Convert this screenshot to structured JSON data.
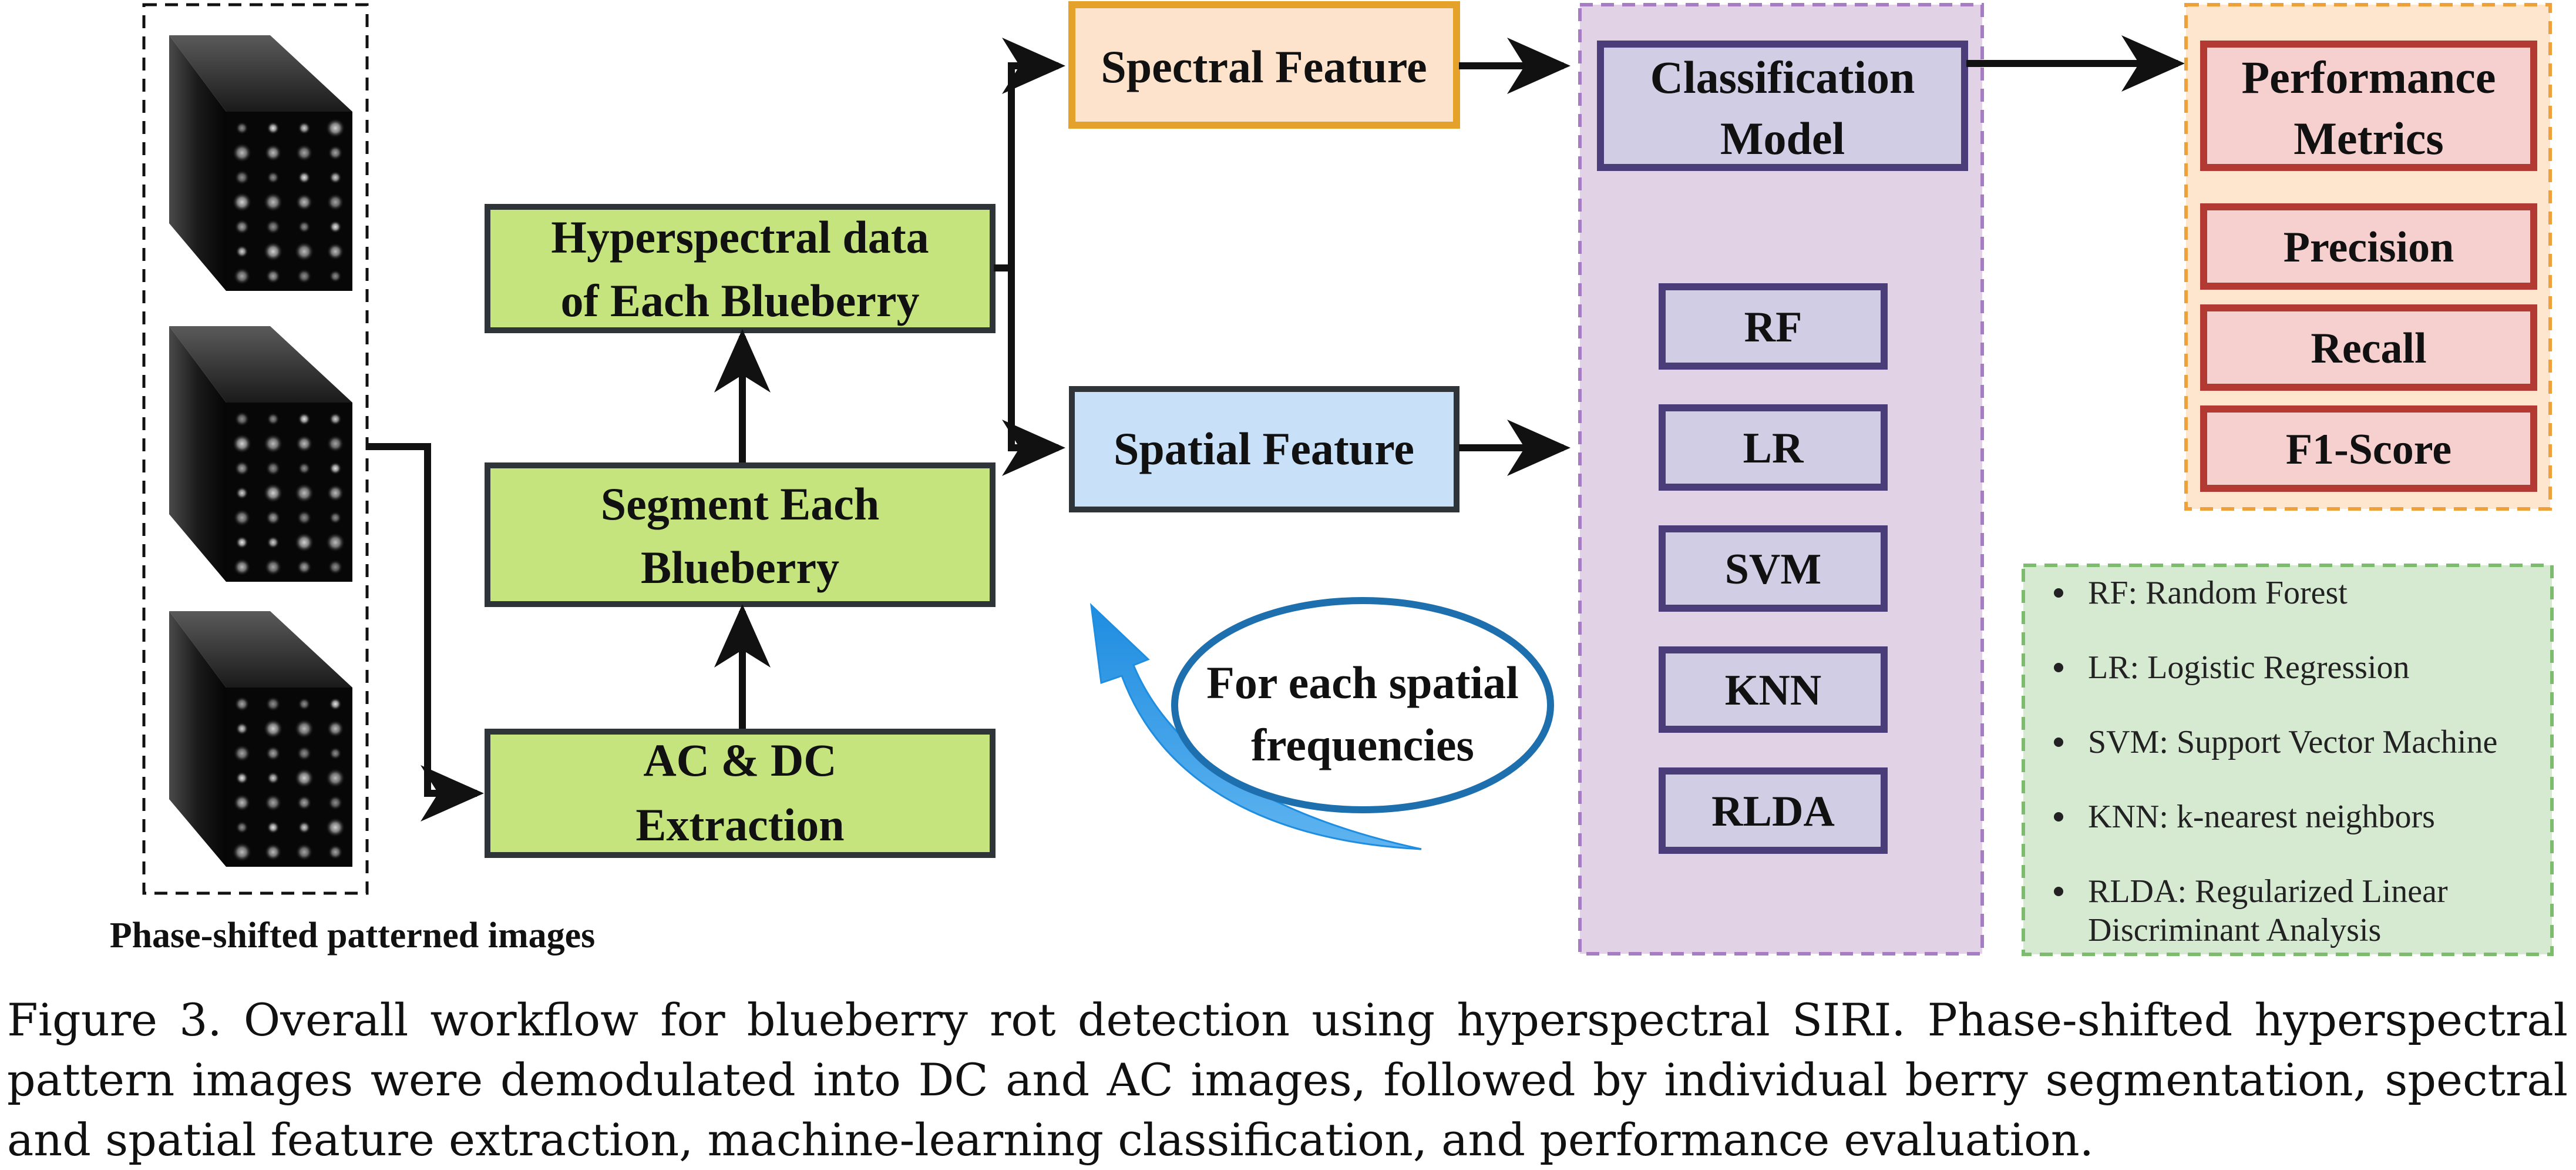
{
  "input_images": {
    "label": "Phase-shifted patterned images"
  },
  "pipeline": {
    "hyperspectral_data": [
      "Hyperspectral data",
      "of Each Blueberry"
    ],
    "segment": [
      "Segment Each",
      "Blueberry"
    ],
    "extraction": [
      "AC & DC",
      "Extraction"
    ]
  },
  "features": {
    "spectral": "Spectral Feature",
    "spatial": "Spatial Feature"
  },
  "loop_note": [
    "For each spatial",
    "frequencies"
  ],
  "classification": {
    "title": [
      "Classification",
      "Model"
    ],
    "models": [
      "RF",
      "LR",
      "SVM",
      "KNN",
      "RLDA"
    ]
  },
  "performance": {
    "title": [
      "Performance",
      "Metrics"
    ],
    "metrics": [
      "Precision",
      "Recall",
      "F1-Score"
    ]
  },
  "legend": {
    "items": [
      [
        "RF: Random Forest"
      ],
      [
        "LR: Logistic Regression"
      ],
      [
        "SVM: Support Vector Machine"
      ],
      [
        "KNN: k-nearest neighbors"
      ],
      [
        "RLDA: Regularized Linear",
        "Discriminant Analysis"
      ]
    ]
  },
  "caption": "Figure 3. Overall workflow for blueberry rot detection using hyperspectral SIRI. Phase-shifted hyperspectral pattern images were demodulated into DC and AC images, followed by individual berry segmentation, spectral and spatial feature extraction, machine-learning classification, and performance evaluation.",
  "colors": {
    "green_fill": "#c5e47d",
    "orange_fill": "#fde3cc",
    "orange_border": "#e4a22a",
    "blue_fill": "#c8e0f8",
    "purple_panel": "#e1d2e6",
    "purple_dash": "#a67dc2",
    "model_fill": "#d0cde4",
    "model_border": "#4b3d7a",
    "metric_fill": "#f6cfcf",
    "metric_border": "#b23a32",
    "perf_panel": "#fde6cd",
    "perf_dash": "#eea13a",
    "legend_panel": "#d6ead2",
    "legend_dash": "#7dbb6e",
    "arrow_blue": "#1f8de0",
    "ellipse_border": "#1d6fae"
  }
}
